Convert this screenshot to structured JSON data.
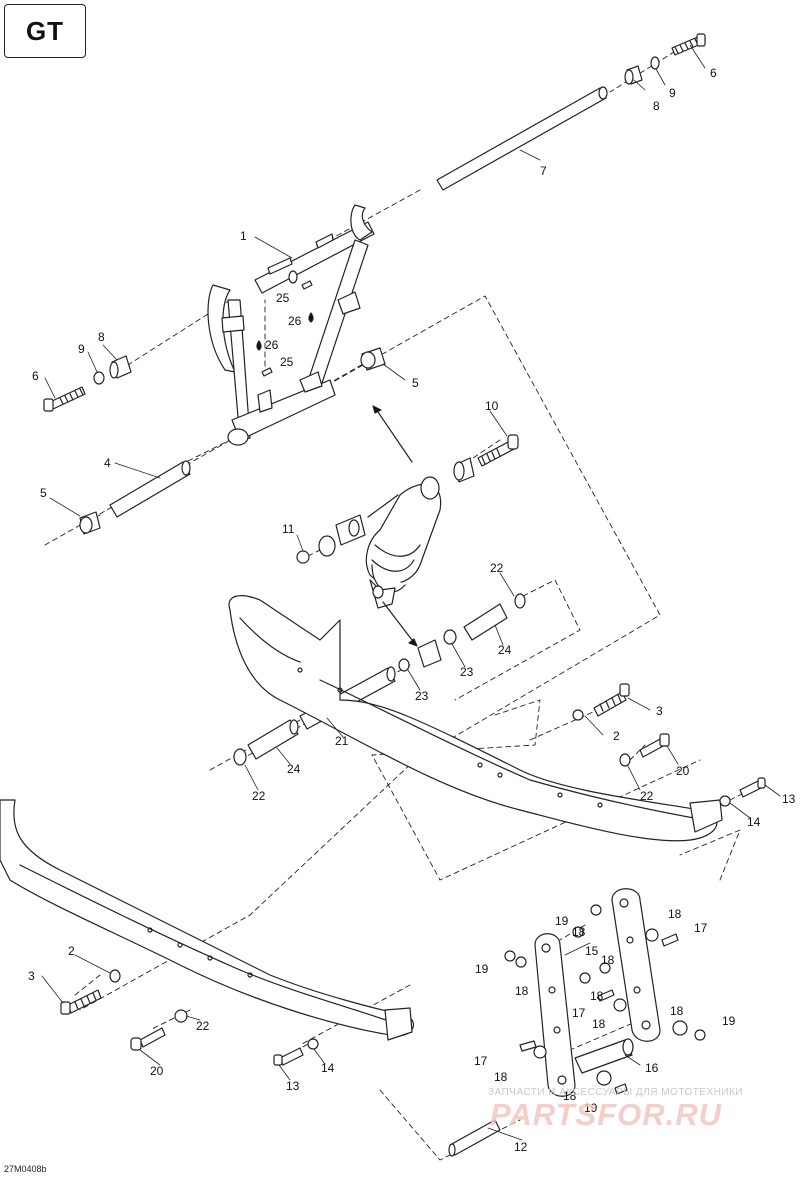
{
  "model_badge": "GT",
  "figure_code": "27M0408b",
  "watermark": {
    "caption": "ЗАПЧАСТИ И АКСЕССУАРЫ ДЛЯ МОТОТЕХНИКИ",
    "logo": "PARTSFOR.RU"
  },
  "callouts": [
    "1",
    "2",
    "3",
    "4",
    "5",
    "6",
    "7",
    "8",
    "9",
    "10",
    "11",
    "12",
    "13",
    "14",
    "15",
    "16",
    "17",
    "18",
    "19",
    "20",
    "21",
    "22",
    "23",
    "24",
    "25",
    "26"
  ],
  "sealant_icon": "oil-drop-icon"
}
